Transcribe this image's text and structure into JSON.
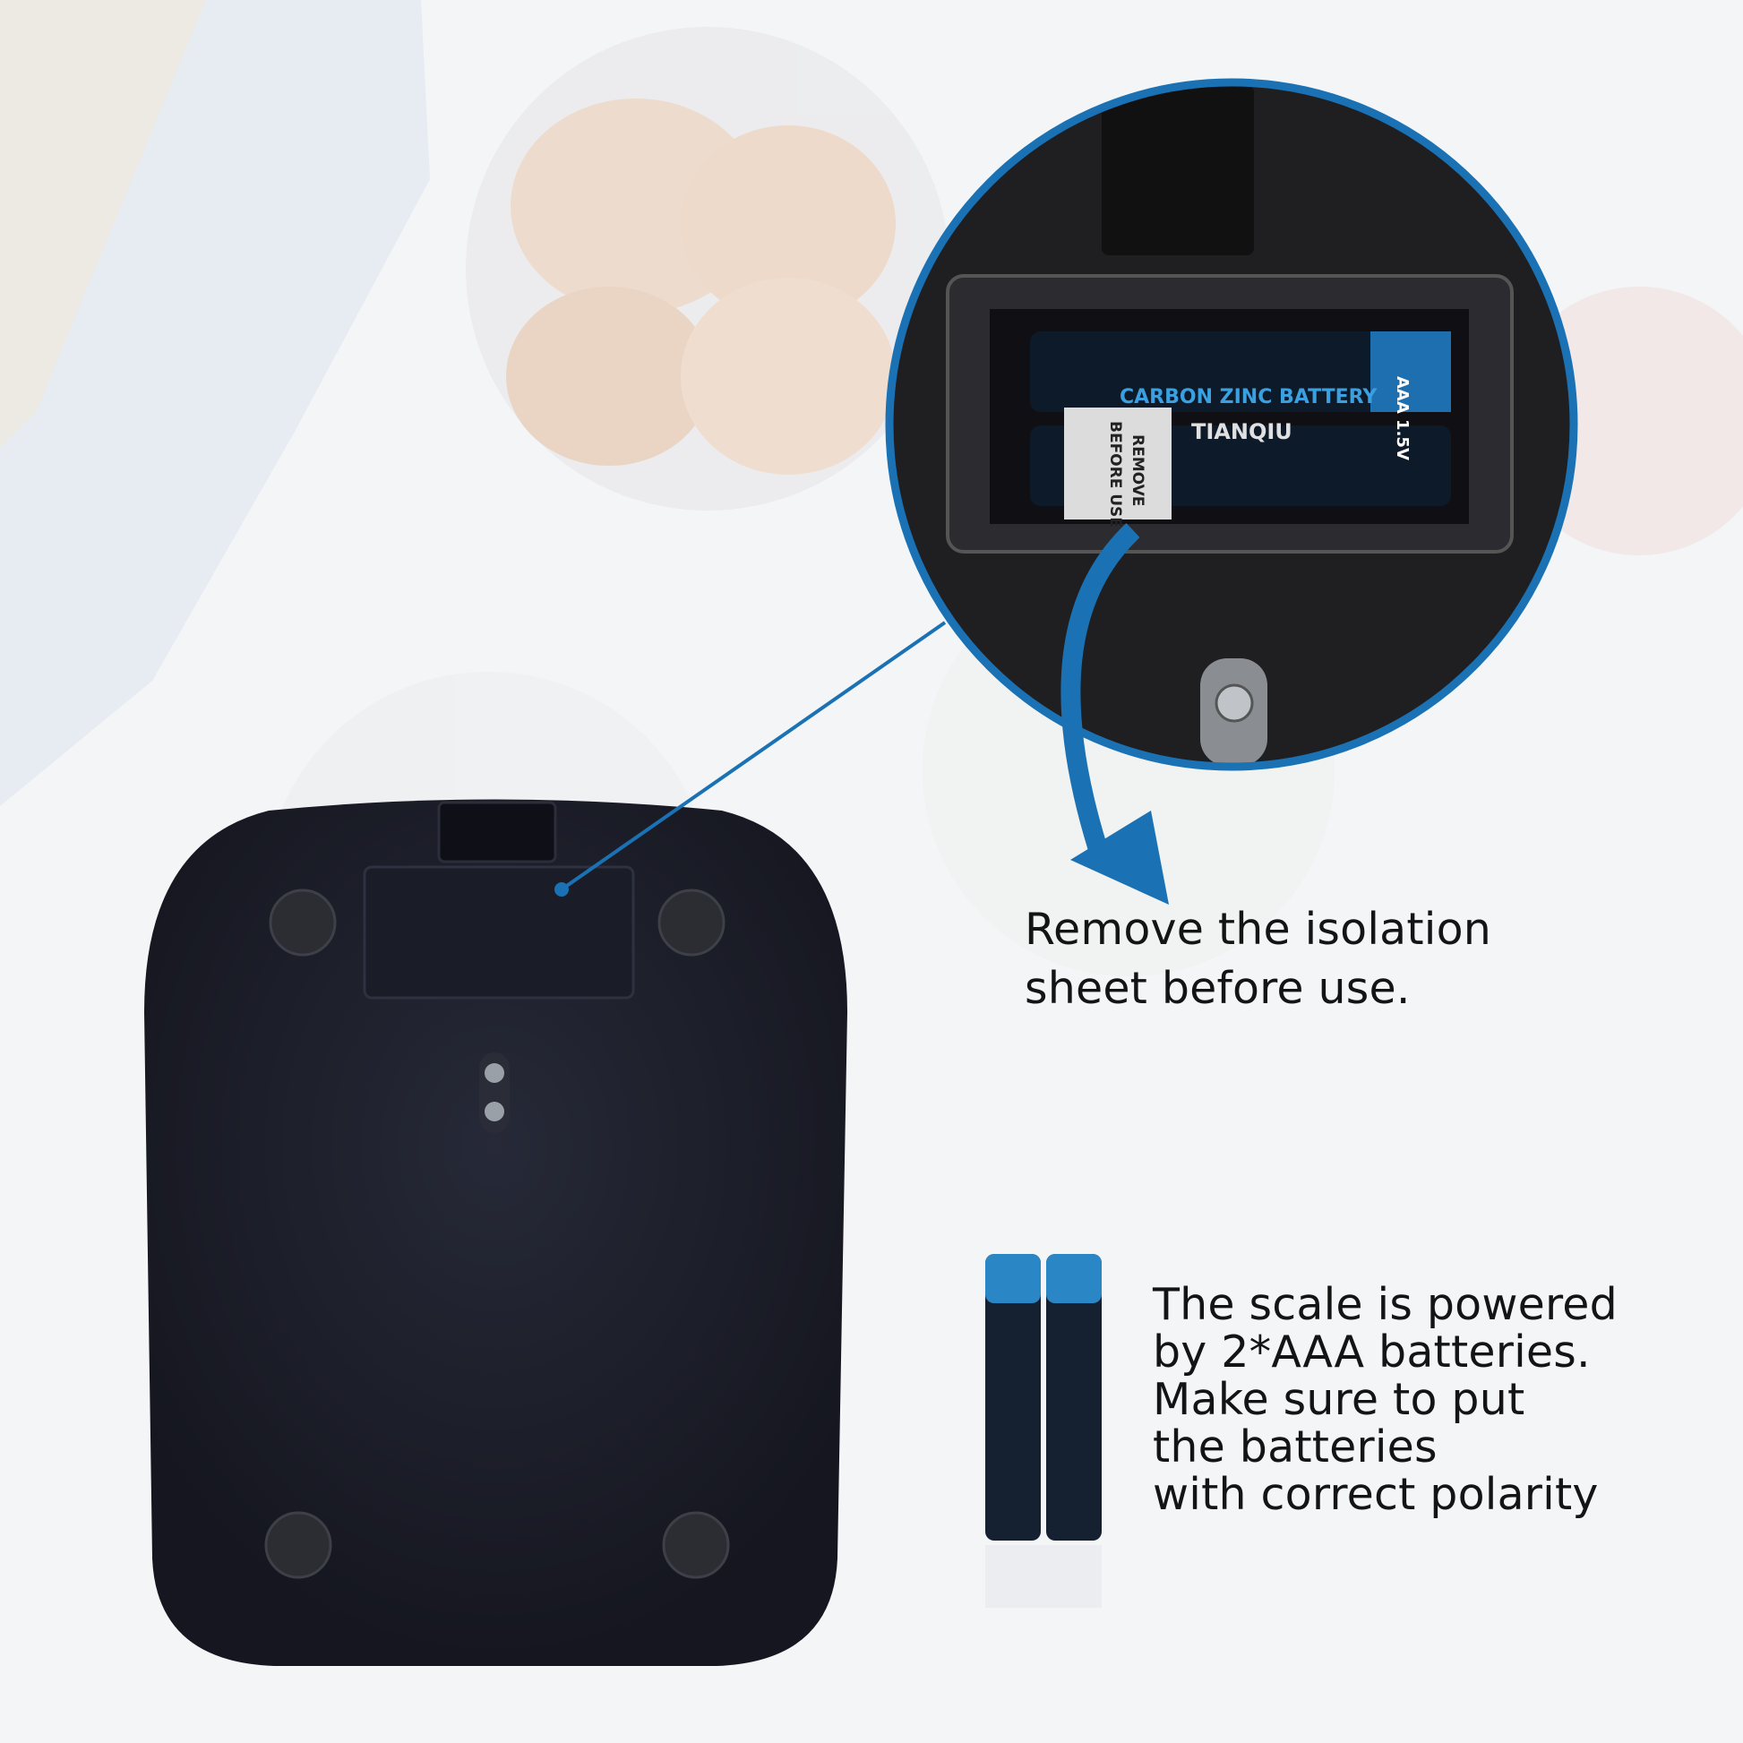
{
  "isolation_caption": {
    "lines": [
      "Remove the isolation",
      "sheet before use."
    ]
  },
  "battery_caption": {
    "lines": [
      "The scale is powered",
      "by 2*AAA batteries.",
      "Make sure to put",
      "the batteries",
      "with correct polarity"
    ]
  },
  "inset_label": {
    "tab_text": [
      "REMOVE",
      "BEFORE USE"
    ],
    "battery_brand": "TIANQIU",
    "battery_type": "CARBON ZINC BATTERY",
    "battery_size": "AAA 1.5V"
  },
  "colors": {
    "accent_blue": "#1a72b4",
    "scale_body": "#1d1f2b",
    "background": "#f4f5f7"
  }
}
